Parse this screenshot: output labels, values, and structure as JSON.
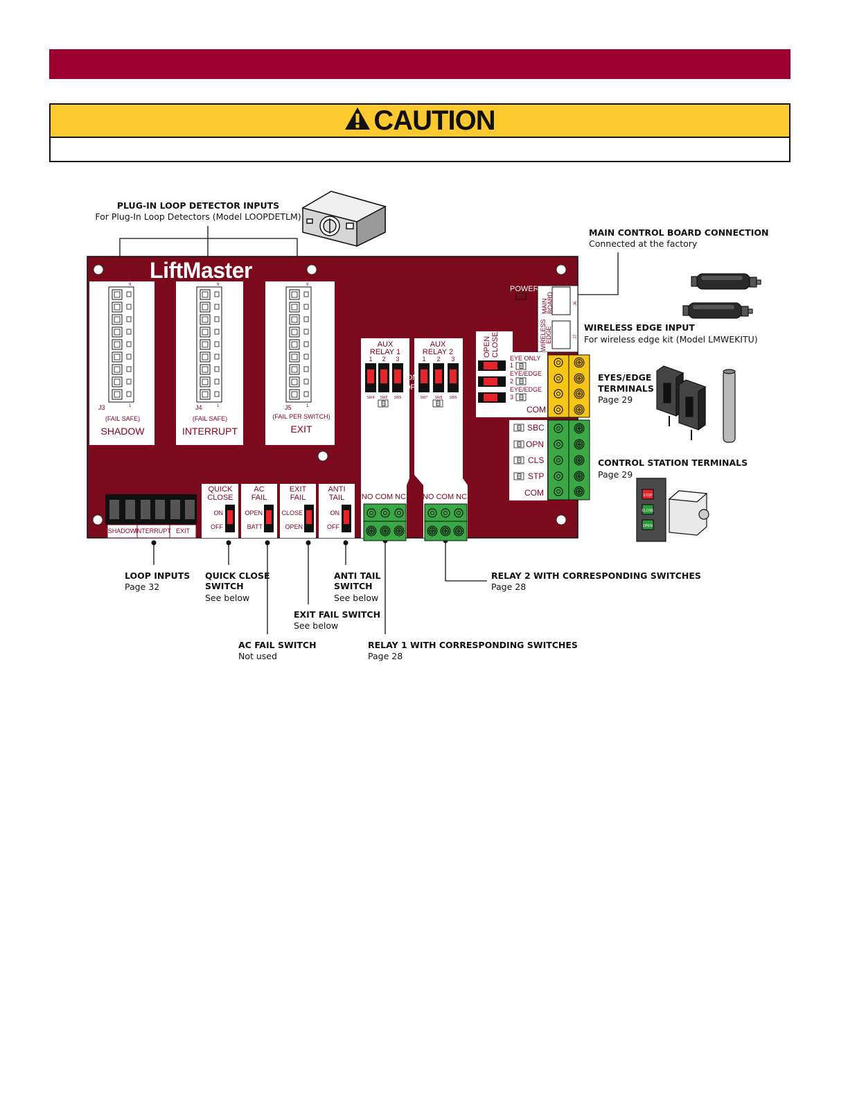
{
  "caution": {
    "title": "CAUTION"
  },
  "brand": {
    "logo": "LiftMaster"
  },
  "callouts": {
    "plugin_loop": {
      "title": "PLUG-IN LOOP DETECTOR INPUTS",
      "sub": "For Plug-In Loop Detectors (Model LOOPDETLM)"
    },
    "main_board": {
      "title": "MAIN CONTROL BOARD CONNECTION",
      "sub": "Connected at the factory"
    },
    "wireless_edge": {
      "title": "WIRELESS EDGE INPUT",
      "sub": "For wireless edge kit (Model LMWEKITU)"
    },
    "eyes_edge": {
      "title1": "EYES/EDGE",
      "title2": "TERMINALS",
      "sub": "Page 29"
    },
    "control_station": {
      "title": "CONTROL STATION TERMINALS",
      "sub": "Page 29"
    },
    "loop_inputs": {
      "title": "LOOP INPUTS",
      "sub": "Page 32"
    },
    "quick_close": {
      "title1": "QUICK CLOSE",
      "title2": "SWITCH",
      "sub": "See below"
    },
    "anti_tail": {
      "title1": "ANTI TAIL",
      "title2": "SWITCH",
      "sub": "See below"
    },
    "relay2": {
      "title": "RELAY 2 WITH CORRESPONDING SWITCHES",
      "sub": "Page 28"
    },
    "exit_fail": {
      "title": "EXIT FAIL SWITCH",
      "sub": "See below"
    },
    "ac_fail": {
      "title": "AC FAIL SWITCH",
      "sub": "Not used"
    },
    "relay1": {
      "title": "RELAY 1 WITH CORRESPONDING SWITCHES",
      "sub": "Page 28"
    }
  },
  "board": {
    "loop_slots": [
      {
        "connector": "J3",
        "mode": "(FAIL SAFE)",
        "name": "SHADOW"
      },
      {
        "connector": "J4",
        "mode": "(FAIL SAFE)",
        "name": "INTERRUPT"
      },
      {
        "connector": "J5",
        "mode": "(FAIL PER SWITCH)",
        "name": "EXIT"
      }
    ],
    "pin_top": "9",
    "pin_bottom": "1",
    "power": "POWER",
    "main_board_label": [
      "MAIN",
      "BOARD"
    ],
    "wireless_edge_label": [
      "WIRELESS",
      "EDGE"
    ],
    "j6": "J6",
    "j7": "J7",
    "aux1": {
      "line1": "AUX",
      "line2": "RELAY 1",
      "nums": [
        "1",
        "2",
        "3"
      ],
      "sw": [
        "SW4",
        "SW5",
        "SW6"
      ],
      "terms": "NO COM NC"
    },
    "aux2": {
      "line1": "AUX",
      "line2": "RELAY 2",
      "nums": [
        "1",
        "2",
        "3"
      ],
      "sw": [
        "SW7",
        "SW8",
        "SW9"
      ],
      "terms": "NO COM NC"
    },
    "on": "ON",
    "off": "OFF",
    "open_close": [
      "OPEN",
      "CLOSE"
    ],
    "eye_rows": [
      "EYE ONLY",
      "EYE/EDGE",
      "EYE/EDGE"
    ],
    "eye_nums": [
      "1",
      "2",
      "3"
    ],
    "com": "COM",
    "control_rows": [
      "SBC",
      "OPN",
      "CLS",
      "STP",
      "COM"
    ],
    "switches": [
      {
        "line1": "QUICK",
        "line2": "CLOSE",
        "top": "ON",
        "bottom": "OFF"
      },
      {
        "line1": "AC",
        "line2": "FAIL",
        "top": "OPEN",
        "bottom": "BATT"
      },
      {
        "line1": "EXIT",
        "line2": "FAIL",
        "top": "CLOSE",
        "bottom": "OPEN"
      },
      {
        "line1": "ANTI",
        "line2": "TAIL",
        "top": "ON",
        "bottom": "OFF"
      }
    ],
    "dip_labels": [
      "SHADOW",
      "INTERRUPT",
      "EXIT"
    ]
  },
  "station_buttons": [
    "STOP",
    "CLOSE",
    "OPEN"
  ],
  "colors": {
    "banner": "#9b0030",
    "board": "#7a0a1c",
    "caution_yellow": "#fcc92f",
    "terminal_green": "#3aa845",
    "terminal_yellow": "#f5c518",
    "switch_red": "#e5252a"
  }
}
